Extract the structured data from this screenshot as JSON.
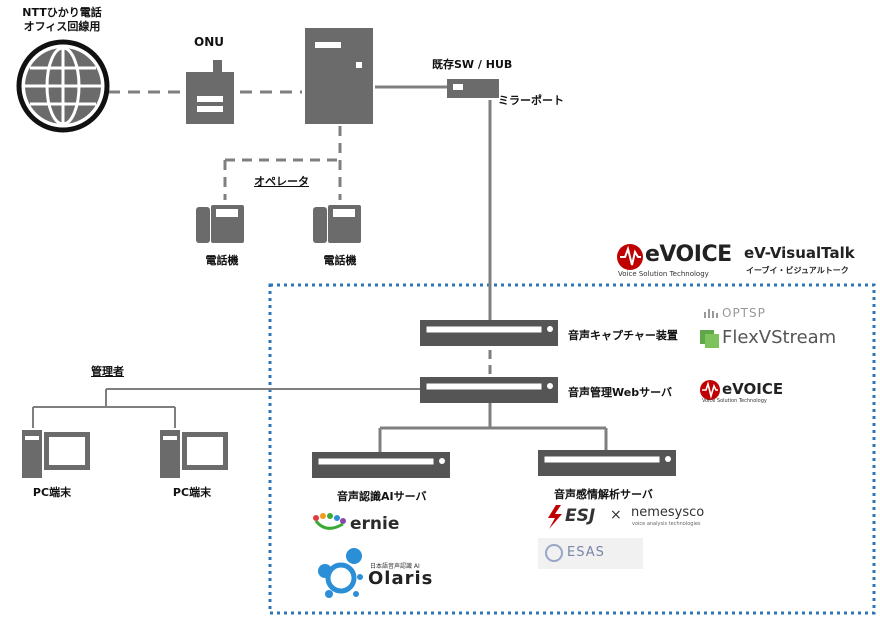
{
  "labels": {
    "ntt_line": [
      "NTTひかり電話",
      "オフィス回線用"
    ],
    "onu": "ONU",
    "switch": "既存SW / HUB",
    "mirror_port": "ミラーポート",
    "operator": "オペレータ",
    "phone_1": "電話機",
    "phone_2": "電話機",
    "capture": "音声キャプチャー装置",
    "web_server": "音声管理Webサーバ",
    "admin": "管理者",
    "pc_1": "PC端末",
    "pc_2": "PC端末",
    "asr_server": "音声認識AIサーバ",
    "emotion_server": "音声感情解析サーバ"
  },
  "logos": {
    "evoice": {
      "name": "eVOICE",
      "tagline": "Voice Solution Technology"
    },
    "evoice_small": {
      "name": "eVOICE",
      "tagline": "Voice Solution Technology"
    },
    "visualtalk": {
      "name": "eV-VisualTalk",
      "sub": "イーブイ・ビジュアルトーク"
    },
    "optsp": "OPTSP",
    "flexvstream": "FlexVStream",
    "ernie": "ernie",
    "olaris": {
      "name": "Olaris",
      "sub": "日本語音声認識 AI"
    },
    "esj": "ESJ",
    "times": "×",
    "nemesysco": {
      "name": "nemesysco",
      "sub": "voice analysis technologies"
    },
    "esas": "ESAS"
  },
  "colors": {
    "device": "#6b6b6b",
    "device_dark": "#555555",
    "line": "#7f7f7f",
    "dotted_border": "#2e75b6",
    "evoice_red": "#c00000",
    "flex_green": "#5fa84a",
    "olaris_blue": "#2a8fd6"
  },
  "icons": [
    "globe-icon",
    "onu-icon",
    "server-tower-icon",
    "switch-icon",
    "phone-icon",
    "rack-server-icon",
    "pc-icon"
  ]
}
